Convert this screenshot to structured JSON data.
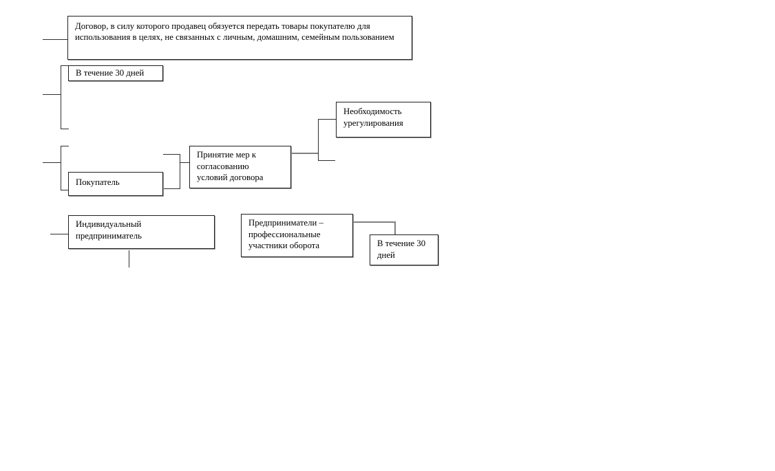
{
  "diagram": {
    "colors": {
      "border": "#1f1f1f",
      "shadow": "#9a9a9a",
      "line": "#2e2e2e",
      "connector": "#808080",
      "background": "#ffffff"
    },
    "boxes": {
      "contract": {
        "label": "Договор, в силу которого продавец обязуется передать товары покупателю для использования в целях, не связанных с личным, домашним, семейным пользованием"
      },
      "within30Top": {
        "label": "В течение 30 дней"
      },
      "necessity": {
        "label": "Необходимость урегулирования"
      },
      "measures": {
        "label": "Принятие мер к согласованию условий договора"
      },
      "buyer": {
        "label": "Покупатель"
      },
      "individual": {
        "label": "Индивидуальный предприниматель"
      },
      "professionals": {
        "label": "Предприниматели – профессиональные участники оборота"
      },
      "within30Bottom": {
        "label": "В течение 30 дней"
      }
    }
  }
}
